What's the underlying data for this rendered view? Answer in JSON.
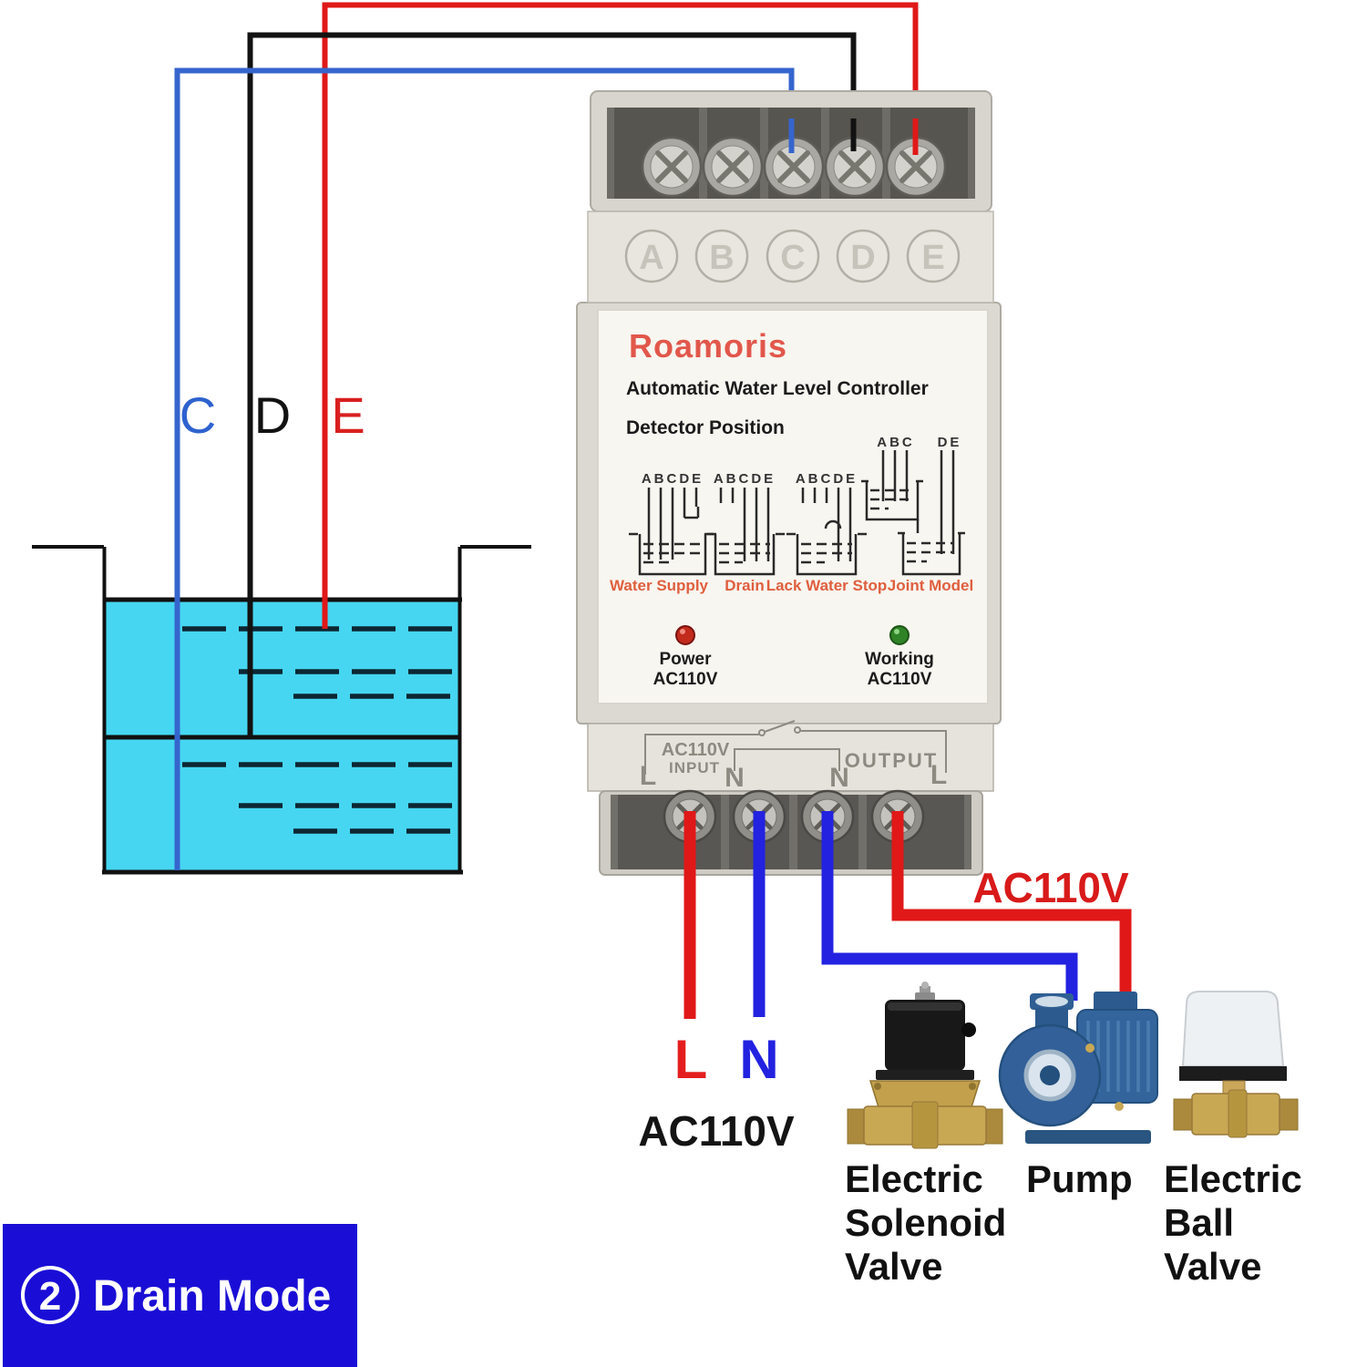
{
  "banner": {
    "number": "2",
    "title": "Drain Mode"
  },
  "tank_wires": {
    "c": "C",
    "d": "D",
    "e": "E"
  },
  "power_wires": {
    "l": "L",
    "n": "N",
    "input_voltage": "AC110V",
    "output_voltage": "AC110V"
  },
  "device": {
    "brand": "Roamoris",
    "title": "Automatic Water Level Controller",
    "subtitle": "Detector Position",
    "terminals": [
      "A",
      "B",
      "C",
      "D",
      "E"
    ],
    "joint_header_left": "ABC",
    "joint_header_right": "DE",
    "modes": [
      {
        "electrodes": "ABCDE",
        "label": "Water Supply"
      },
      {
        "electrodes": "ABCDE",
        "label": "Drain"
      },
      {
        "electrodes": "ABCDE",
        "label": "Lack Water Stop"
      },
      {
        "electrodes": "",
        "label": "Joint Model"
      }
    ],
    "leds": [
      {
        "name": "Power",
        "voltage": "AC110V",
        "color": "#c22a1c"
      },
      {
        "name": "Working",
        "voltage": "AC110V",
        "color": "#2f8326"
      }
    ],
    "io_labels": {
      "voltage": "AC110V",
      "input": "INPUT",
      "output": "OUTPUT",
      "l_in": "L",
      "n_in": "N",
      "n_out": "N",
      "l_out": "L"
    }
  },
  "loads": [
    {
      "icon": "solenoid-valve",
      "lines": [
        "Electric",
        "Solenoid",
        "Valve"
      ]
    },
    {
      "icon": "pump",
      "lines": [
        "Pump"
      ]
    },
    {
      "icon": "ball-valve",
      "lines": [
        "Electric",
        "Ball",
        "Valve"
      ]
    }
  ],
  "colors": {
    "water": "#46d6f1",
    "wire_red": "#e01818",
    "wire_blue_top": "#3565cd",
    "wire_blue": "#2222e0",
    "wire_black": "#121212",
    "banner_blue": "#1a0ed6",
    "brand_red": "#e2574b",
    "mode_label_red": "#df5f3e",
    "label_black": "#141414"
  }
}
